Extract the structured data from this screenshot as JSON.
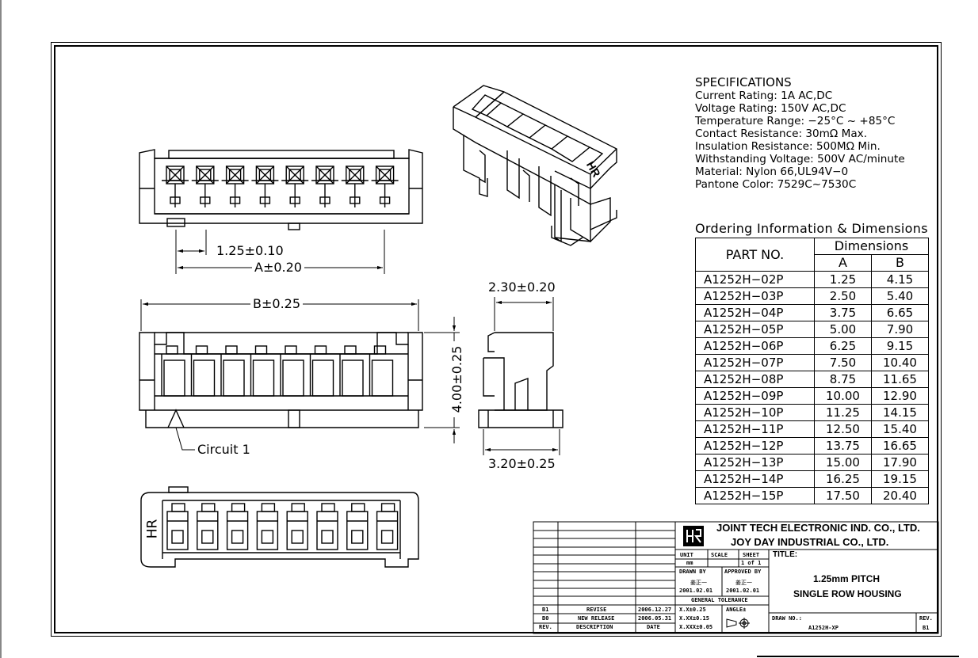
{
  "specs": {
    "heading": "SPECIFICATIONS",
    "lines": [
      "Current Rating: 1A AC,DC",
      "Voltage Rating: 150V AC,DC",
      "Temperature Range: −25°C ~ +85°C",
      "Contact Resistance: 30mΩ Max.",
      "Insulation Resistance: 500MΩ Min.",
      "Withstanding Voltage: 500V AC/minute",
      "Material: Nylon 66,UL94V−0",
      "Pantone Color: 7529C~7530C"
    ]
  },
  "ordering": {
    "title": "Ordering Information & Dimensions",
    "col_part": "PART NO.",
    "col_dimensions": "Dimensions",
    "col_a": "A",
    "col_b": "B",
    "rows": [
      {
        "part": "A1252H−02P",
        "a": "1.25",
        "b": "4.15"
      },
      {
        "part": "A1252H−03P",
        "a": "2.50",
        "b": "5.40"
      },
      {
        "part": "A1252H−04P",
        "a": "3.75",
        "b": "6.65"
      },
      {
        "part": "A1252H−05P",
        "a": "5.00",
        "b": "7.90"
      },
      {
        "part": "A1252H−06P",
        "a": "6.25",
        "b": "9.15"
      },
      {
        "part": "A1252H−07P",
        "a": "7.50",
        "b": "10.40"
      },
      {
        "part": "A1252H−08P",
        "a": "8.75",
        "b": "11.65"
      },
      {
        "part": "A1252H−09P",
        "a": "10.00",
        "b": "12.90"
      },
      {
        "part": "A1252H−10P",
        "a": "11.25",
        "b": "14.15"
      },
      {
        "part": "A1252H−11P",
        "a": "12.50",
        "b": "15.40"
      },
      {
        "part": "A1252H−12P",
        "a": "13.75",
        "b": "16.65"
      },
      {
        "part": "A1252H−13P",
        "a": "15.00",
        "b": "17.90"
      },
      {
        "part": "A1252H−14P",
        "a": "16.25",
        "b": "19.15"
      },
      {
        "part": "A1252H−15P",
        "a": "17.50",
        "b": "20.40"
      }
    ]
  },
  "dimensions": {
    "pitch": "1.25±0.10",
    "a_dim": "A±0.20",
    "b_dim": "B±0.25",
    "height": "4.00±0.25",
    "side_top": "2.30±0.20",
    "side_bottom": "3.20±0.25",
    "circuit": "Circuit 1",
    "hr_mark": "HR"
  },
  "title_block": {
    "company1": "JOINT TECH ELECTRONIC IND. CO., LTD.",
    "company2": "JOY DAY INDUSTRIAL CO., LTD.",
    "unit_label": "UNIT",
    "scale_label": "SCALE",
    "sheet_label": "SHEET",
    "unit_value": "mm",
    "sheet_value": "1 of 1",
    "title_label": "TITLE:",
    "title_line1": "1.25mm PITCH",
    "title_line2": "SINGLE ROW HOUSING",
    "drawn_by_label": "DRAWN BY",
    "approved_by_label": "APPROVED BY",
    "drawn_by_name": "姜正一",
    "approved_by_name": "姜正一",
    "drawn_date": "2001.02.01",
    "approved_date": "2001.02.01",
    "general_tolerance": "GENERAL TOLERANCE",
    "tol1": "X.X±0.25",
    "tol2": "X.XX±0.15",
    "tol3": "X.XXX±0.05",
    "angle_label": "ANGLE±",
    "drawing_no_label": "DRAW NO.:",
    "drawing_no": "A1252H-XP",
    "rev_label": "REV.",
    "rev_value": "B1",
    "revisions": [
      {
        "rev": "B1",
        "desc": "REVISE",
        "date": "2006.12.27"
      },
      {
        "rev": "B0",
        "desc": "NEW RELEASE",
        "date": "2006.05.31"
      }
    ],
    "rev_header": "REV.",
    "desc_header": "DESCRIPTION",
    "date_header": "DATE"
  }
}
